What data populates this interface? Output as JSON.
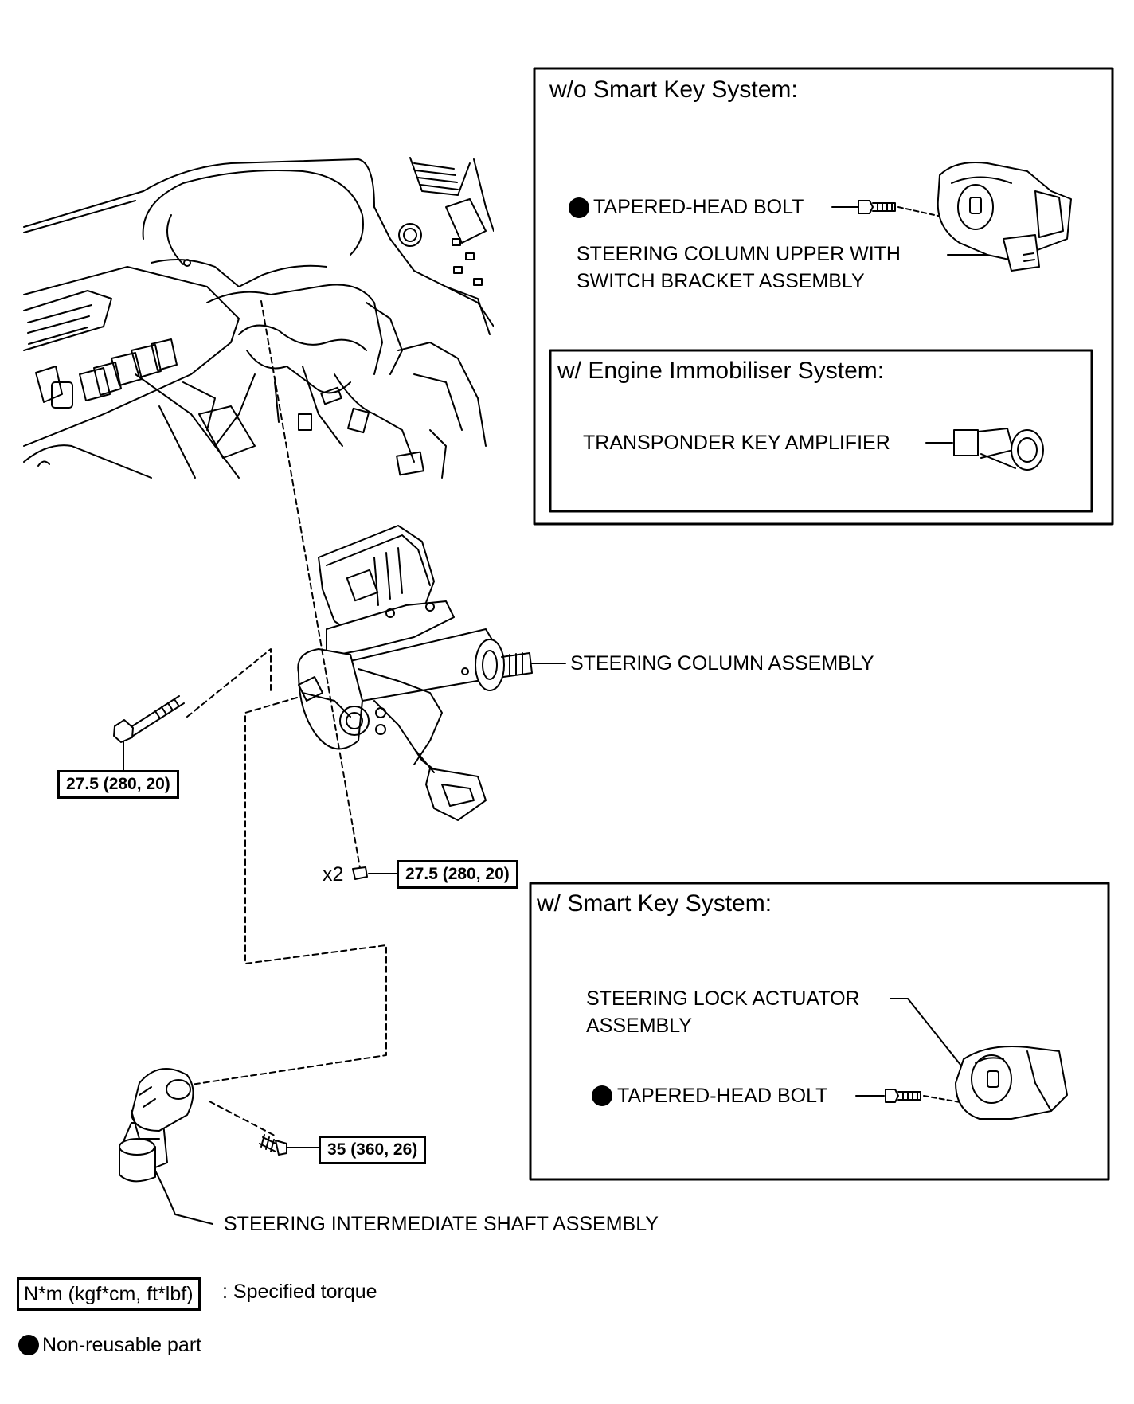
{
  "panels": {
    "wo_smart_key": {
      "title": "w/o Smart Key System:",
      "bolt_label": "TAPERED-HEAD BOLT",
      "upper_label_1": "STEERING COLUMN UPPER WITH",
      "upper_label_2": "SWITCH BRACKET ASSEMBLY"
    },
    "immobiliser": {
      "title": "w/ Engine Immobiliser System:",
      "amplifier_label": "TRANSPONDER KEY AMPLIFIER"
    },
    "smart_key": {
      "title": "w/ Smart Key System:",
      "actuator_label_1": "STEERING LOCK ACTUATOR",
      "actuator_label_2": "ASSEMBLY",
      "bolt_label": "TAPERED-HEAD BOLT"
    }
  },
  "labels": {
    "column_assembly": "STEERING COLUMN ASSEMBLY",
    "intermediate_shaft": "STEERING INTERMEDIATE SHAFT ASSEMBLY",
    "count_x2": "x2"
  },
  "torques": {
    "column_bolt": "27.5 (280, 20)",
    "column_nuts": "27.5 (280, 20)",
    "shaft_bolt": "35 (360, 26)"
  },
  "legend": {
    "torque_unit": "N*m (kgf*cm, ft*lbf)",
    "torque_desc": ": Specified torque",
    "nonreusable": "Non-reusable part"
  }
}
